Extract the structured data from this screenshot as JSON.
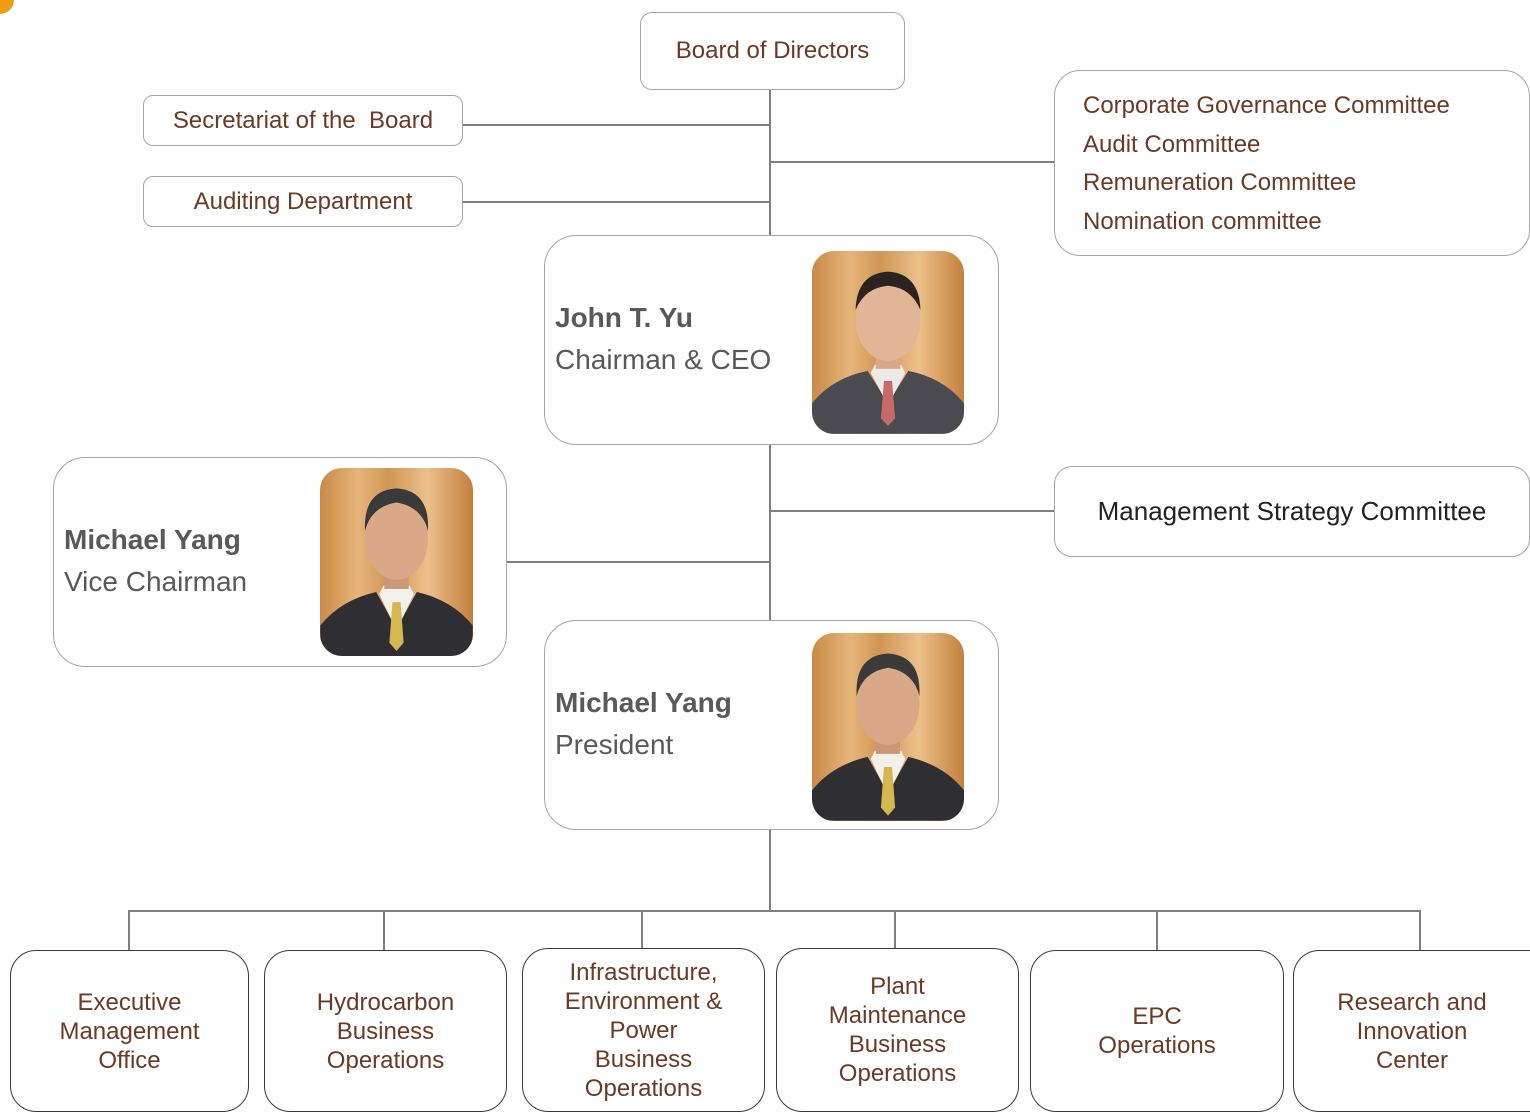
{
  "board": {
    "label": "Board of Directors"
  },
  "secretariat": {
    "label": "Secretariat of the  Board"
  },
  "auditing": {
    "label": "Auditing Department"
  },
  "committees": [
    "Corporate Governance Committee",
    "Audit Committee",
    "Remuneration Committee",
    "Nomination committee"
  ],
  "chairman": {
    "name": "John T. Yu",
    "title": "Chairman & CEO"
  },
  "vice_chairman": {
    "name": "Michael Yang",
    "title": "Vice Chairman"
  },
  "president": {
    "name": "Michael Yang",
    "title": "President"
  },
  "strategy_committee": {
    "label": "Management Strategy Committee"
  },
  "divisions": [
    "Executive\nManagement\nOffice",
    "Hydrocarbon\nBusiness\nOperations",
    "Infrastructure,\nEnvironment &\nPower\nBusiness\nOperations",
    "Plant\nMaintenance\nBusiness\nOperations",
    "EPC\nOperations",
    "Research and\nInnovation\nCenter"
  ],
  "colors": {
    "text_brown": "#6b3a24",
    "text_gray": "#595959",
    "connector": "#7f7f7f",
    "box_border": "#a6a6a6",
    "accent_orange": "#f39c12"
  }
}
